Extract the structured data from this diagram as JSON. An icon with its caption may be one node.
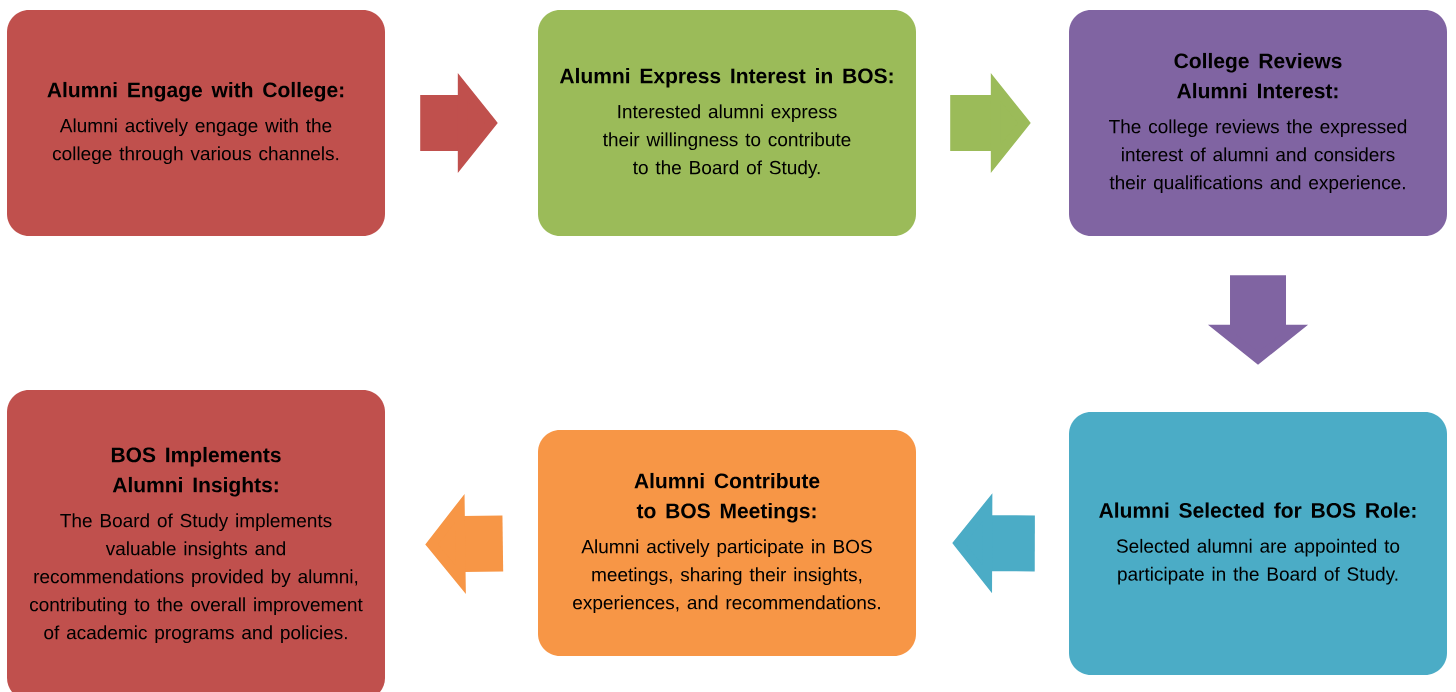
{
  "diagram": {
    "nodes": [
      {
        "text": [
          "Alumni Engage with College:",
          "Alumni actively engage with the college through various channels."
        ]
      },
      {
        "text": [
          "Alumni Express Interest in BOS:",
          "Interested alumni express their willingness to contribute to the Board of Study."
        ]
      },
      {
        "text": [
          "College Reviews Alumni Interest:",
          "The college reviews the expressed interest of alumni and considers their qualifications and experience."
        ]
      },
      {
        "text": [
          "Alumni Selected for BOS Role:",
          "Selected alumni are appointed to participate in the Board of Study."
        ]
      },
      {
        "text": [
          "Alumni Contribute to BOS Meetings:",
          "Alumni actively participate in BOS meetings, sharing their insights, experiences, and recommendations."
        ]
      },
      {
        "text": [
          "BOS Implements Alumni Insights:",
          "The Board of Study implements valuable insights and recommendations provided by alumni, contributing to the overall improvement of academic programs and policies."
        ]
      }
    ],
    "edges": [
      {
        "from": 0,
        "to": 1,
        "arrow": "to",
        "color": "#c0504d"
      },
      {
        "from": 1,
        "to": 2,
        "arrow": "to",
        "color": "#9bbb59"
      },
      {
        "from": 2,
        "to": 3,
        "arrow": "to",
        "color": "#8064a2"
      },
      {
        "from": 3,
        "to": 4,
        "arrow": "to",
        "color": "#4bacc6"
      },
      {
        "from": 4,
        "to": 5,
        "arrow": "to",
        "color": "#f79646"
      }
    ]
  }
}
